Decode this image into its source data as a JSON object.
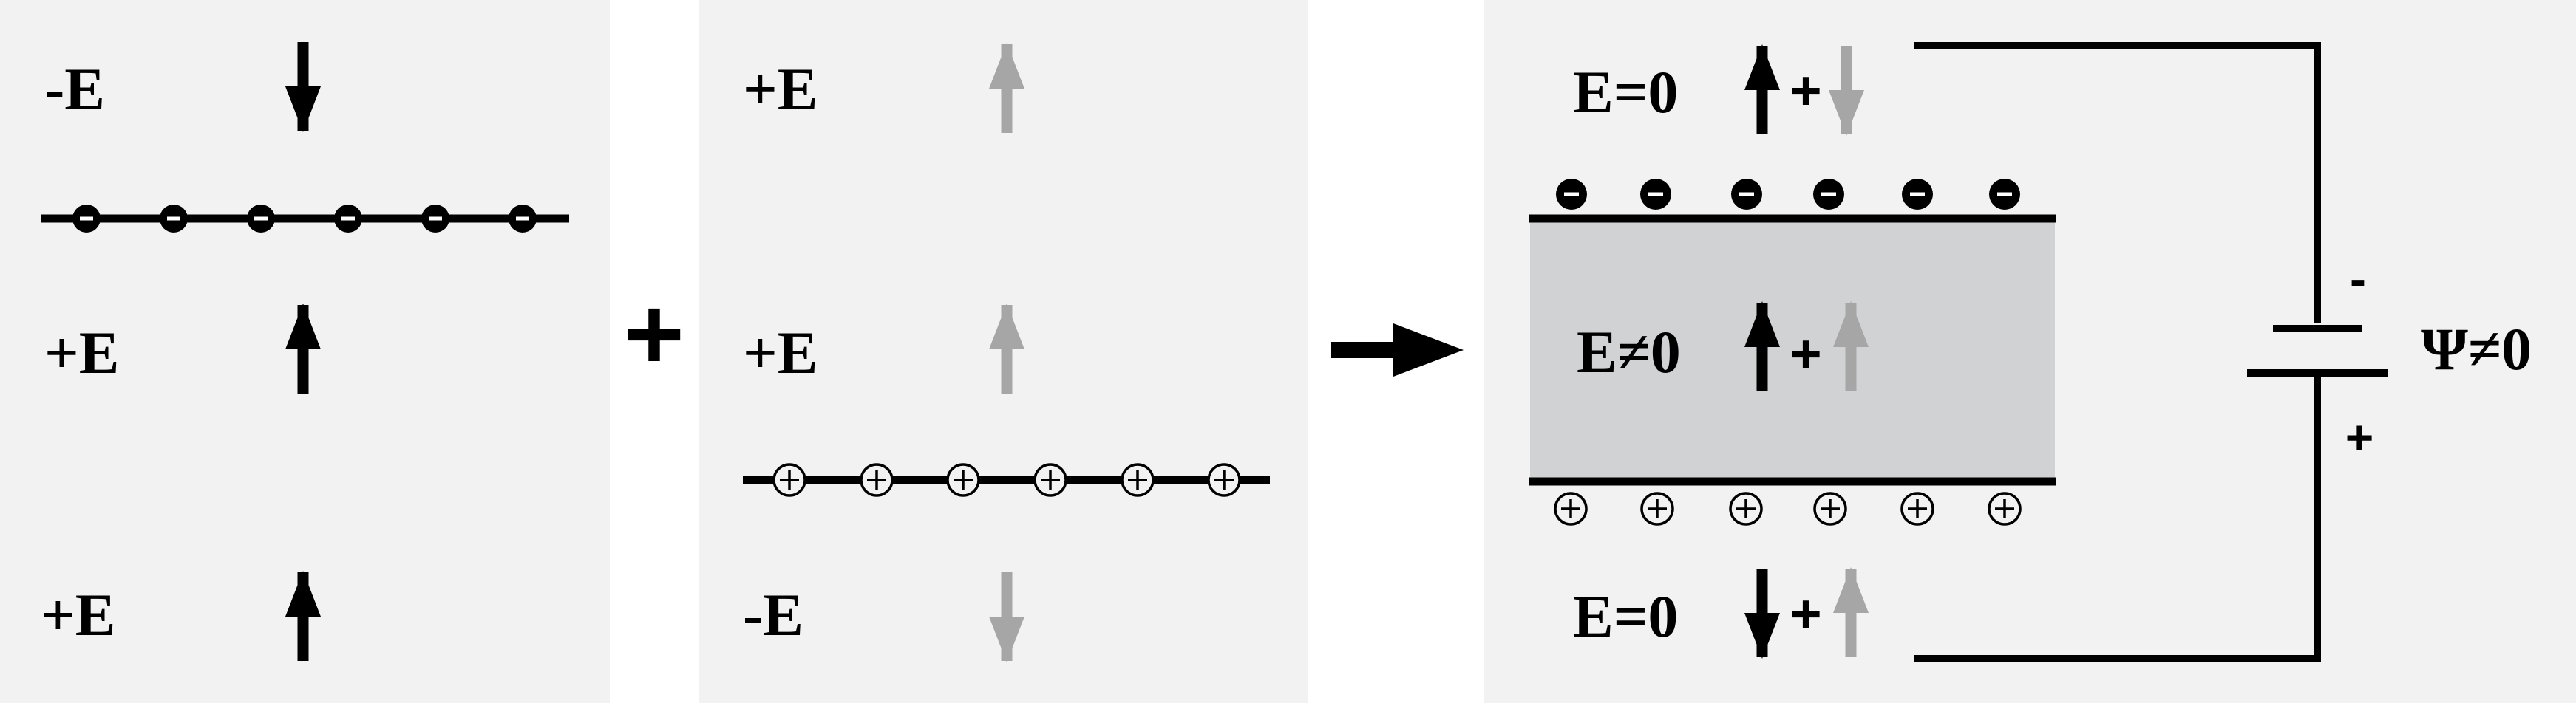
{
  "colors": {
    "panel_bg": "#f2f2f2",
    "conductor_fill": "#d1d2d4",
    "black": "#000000",
    "grey_arrow": "#a6a6a6"
  },
  "panel1": {
    "field_above": "-E",
    "field_between": "+E",
    "field_below": "+E",
    "sheet_charge": "negative",
    "charge_symbol": "−",
    "charge_count": 6
  },
  "combine_sign": "+",
  "panel2": {
    "field_above": "+E",
    "field_between": "+E",
    "field_below": "-E",
    "sheet_charge": "positive",
    "charge_symbol": "+",
    "charge_count": 6
  },
  "result_arrow": "right-arrow",
  "panel3": {
    "top_field": "E=0",
    "middle_field": "E≠0",
    "bottom_field": "E=0",
    "plus": "+",
    "battery_minus": "-",
    "battery_plus": "+",
    "potential": "Ψ≠0",
    "neg_symbol": "−",
    "pos_symbol": "+",
    "charge_count": 6
  }
}
